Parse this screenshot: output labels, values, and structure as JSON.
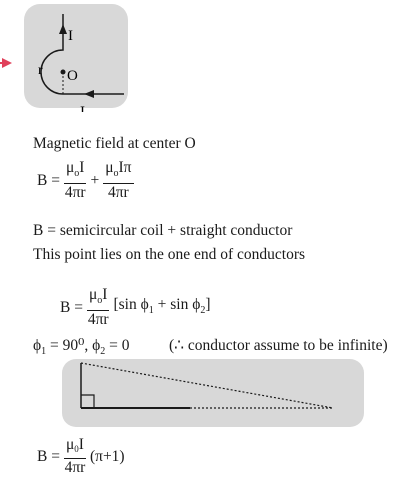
{
  "figure1": {
    "marker_color": "#e0405a",
    "panel_color": "#d8d8d8",
    "label_I_top": "I",
    "label_I_bottom": "I",
    "label_r": "r",
    "label_O": "O"
  },
  "text": {
    "magnetic_field_heading": "Magnetic field at center O",
    "B_equals": "B =",
    "mu0_I_num1": "μ",
    "sub0": "o",
    "I": "I",
    "den_4pir": "4πr",
    "plus": "+",
    "I_pi": "Iπ",
    "composition_line": "B = semicircular coil  + straight conductor",
    "point_line": "This point lies on the one end of conductors",
    "sin_expr": "[sin ϕ",
    "sub1": "1",
    "sub2": "2",
    "plus_sin": " + sin ϕ",
    "close_bracket": "]",
    "phi_line": "ϕ",
    "phi_value": " = 90⁰, ϕ",
    "phi2_value": " = 0",
    "note": "(∴ conductor assume to be infinite)",
    "final_eq_bracket": "(π+1)",
    "mu_symbol": "μ",
    "sub_0": "0"
  },
  "figure2": {
    "panel_color": "#d8d8d8"
  }
}
